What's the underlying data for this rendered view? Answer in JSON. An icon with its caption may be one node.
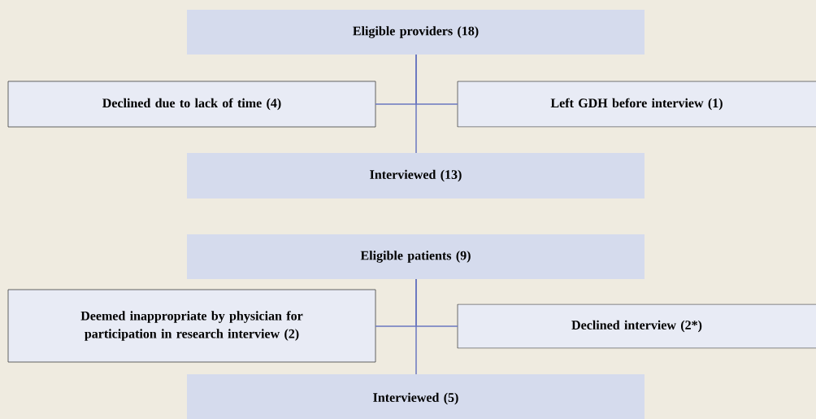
{
  "diagram": {
    "nodes": [
      {
        "text": [
          "Eligible providers (18)"
        ]
      },
      {
        "text": [
          "Declined due to lack of time (4)"
        ]
      },
      {
        "text": [
          "Left GDH before interview (1)"
        ]
      },
      {
        "text": [
          "Interviewed (13)"
        ]
      },
      {
        "text": [
          "Eligible patients (9)"
        ]
      },
      {
        "text": [
          "Deemed inappropriate by physician for participation in research interview (2)"
        ]
      },
      {
        "text": [
          "Declined interview (2*)"
        ]
      },
      {
        "text": [
          "Interviewed (5)"
        ]
      }
    ],
    "edges": [
      {
        "from": 0,
        "to": 3,
        "arrow": "none"
      },
      {
        "from": 0,
        "to": 1,
        "arrow": "none"
      },
      {
        "from": 0,
        "to": 2,
        "arrow": "none"
      },
      {
        "from": 4,
        "to": 7,
        "arrow": "none"
      },
      {
        "from": 4,
        "to": 5,
        "arrow": "none"
      },
      {
        "from": 4,
        "to": 6,
        "arrow": "none"
      }
    ]
  }
}
